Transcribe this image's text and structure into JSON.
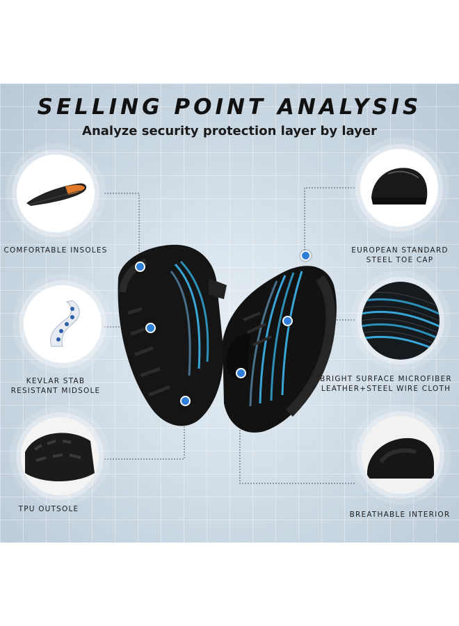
{
  "header": {
    "title": "SELLING POINT ANALYSIS",
    "subtitle": "Analyze security protection layer by layer"
  },
  "features": {
    "insoles": {
      "line1": "COMFORTABLE INSOLES",
      "icon": "insole-icon"
    },
    "midsole": {
      "line1": "KEVLAR STAB",
      "line2": "RESISTANT MIDSOLE",
      "icon": "midsole-icon"
    },
    "outsole": {
      "line1": "TPU OUTSOLE",
      "icon": "outsole-icon"
    },
    "toecap": {
      "line1": "EUROPEAN STANDARD",
      "line2": "STEEL TOE CAP",
      "icon": "toe-cap-icon"
    },
    "microfiber": {
      "line1": "BRIGHT SURFACE MICROFIBER",
      "line2": "LEATHER+STEEL WIRE CLOTH",
      "icon": "fabric-icon"
    },
    "interior": {
      "line1": "BREATHABLE INTERIOR",
      "icon": "interior-icon"
    }
  },
  "colors": {
    "accent": "#2f7fd8",
    "shoe": "#151515",
    "stripe": "#3aa6d8",
    "background": "#c9d7e2"
  }
}
